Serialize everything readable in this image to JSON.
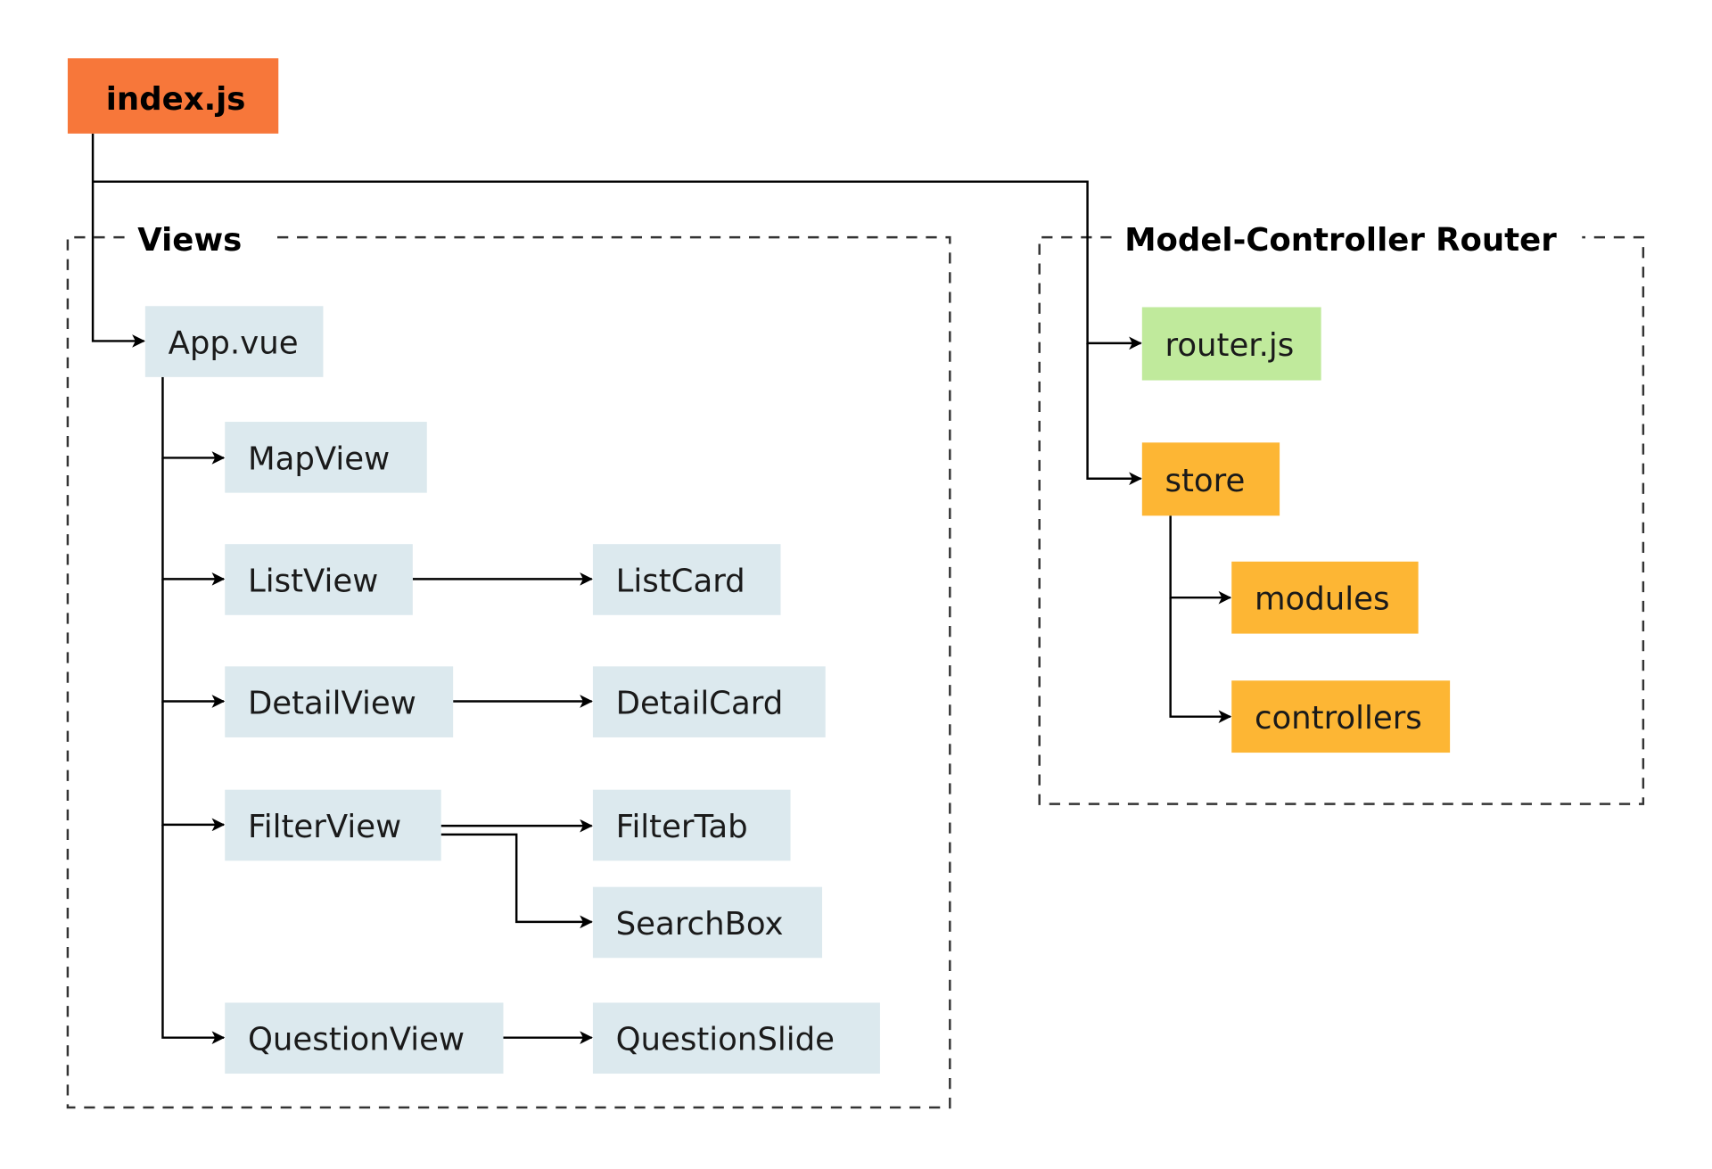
{
  "colors": {
    "entry": "#F7773A",
    "view": "#DCE9EE",
    "router": "#C0EA9C",
    "store": "#FDB634"
  },
  "entry": {
    "label": "index.js"
  },
  "groups": {
    "views": "Views",
    "model_controller": "Model-Controller Router"
  },
  "nodes": {
    "app": "App.vue",
    "mapview": "MapView",
    "listview": "ListView",
    "listcard": "ListCard",
    "detailview": "DetailView",
    "detailcard": "DetailCard",
    "filterview": "FilterView",
    "filtertab": "FilterTab",
    "searchbox": "SearchBox",
    "questionview": "QuestionView",
    "questionslide": "QuestionSlide",
    "router": "router.js",
    "store": "store",
    "modules": "modules",
    "controllers": "controllers"
  },
  "edges": [
    [
      "entry",
      "app"
    ],
    [
      "entry",
      "router"
    ],
    [
      "entry",
      "store"
    ],
    [
      "app",
      "mapview"
    ],
    [
      "app",
      "listview"
    ],
    [
      "app",
      "detailview"
    ],
    [
      "app",
      "filterview"
    ],
    [
      "app",
      "questionview"
    ],
    [
      "listview",
      "listcard"
    ],
    [
      "detailview",
      "detailcard"
    ],
    [
      "filterview",
      "filtertab"
    ],
    [
      "filterview",
      "searchbox"
    ],
    [
      "questionview",
      "questionslide"
    ],
    [
      "store",
      "modules"
    ],
    [
      "store",
      "controllers"
    ]
  ]
}
